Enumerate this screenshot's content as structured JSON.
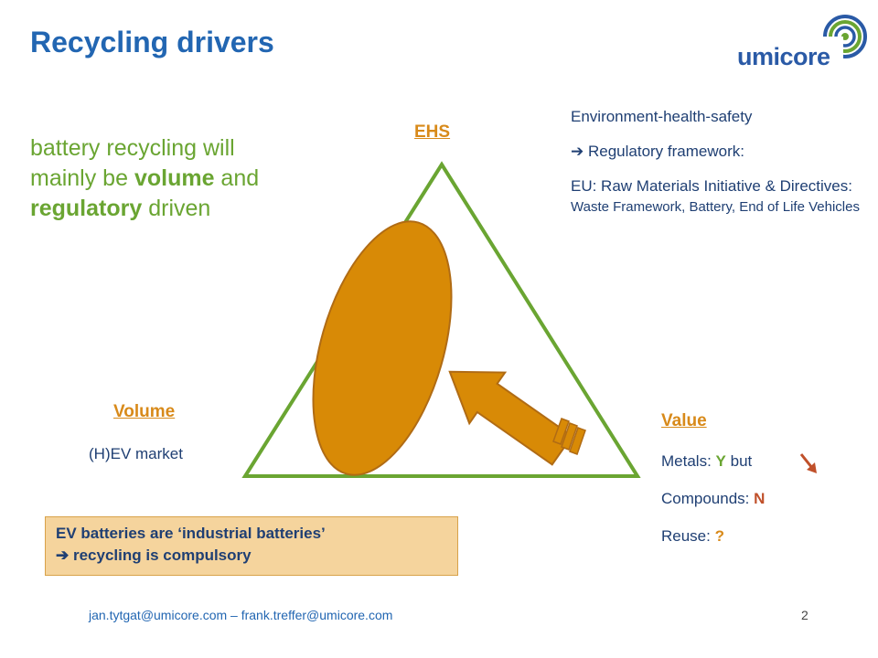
{
  "slide": {
    "title": "Recycling drivers",
    "logo_text": "umicore",
    "lead": {
      "part1": "battery recycling will mainly be ",
      "bold1": "volume",
      "part2": " and ",
      "bold2": "regulatory",
      "part3": " driven"
    },
    "ehs": {
      "label": "EHS",
      "line1": "Environment-health-safety",
      "line2": "➔ Regulatory framework:",
      "line3": "EU: Raw Materials Initiative & Directives:",
      "line4": "Waste Framework, Battery, End of Life  Vehicles"
    },
    "volume": {
      "label": "Volume",
      "desc": "(H)EV market"
    },
    "value": {
      "label": "Value",
      "metals_label": "Metals:",
      "metals_value": "Y",
      "metals_suffix": "but",
      "compounds_label": "Compounds:",
      "compounds_value": "N",
      "reuse_label": "Reuse:",
      "reuse_value": "?"
    },
    "note": {
      "line1": "EV batteries are ‘industrial batteries’",
      "line2": "➔ recycling is compulsory"
    },
    "footer": "jan.tytgat@umicore.com – frank.treffer@umicore.com",
    "page_number": "2",
    "colors": {
      "title": "#2266b2",
      "green": "#6aa532",
      "orange": "#d88a1a",
      "red": "#c0502a"
    }
  }
}
